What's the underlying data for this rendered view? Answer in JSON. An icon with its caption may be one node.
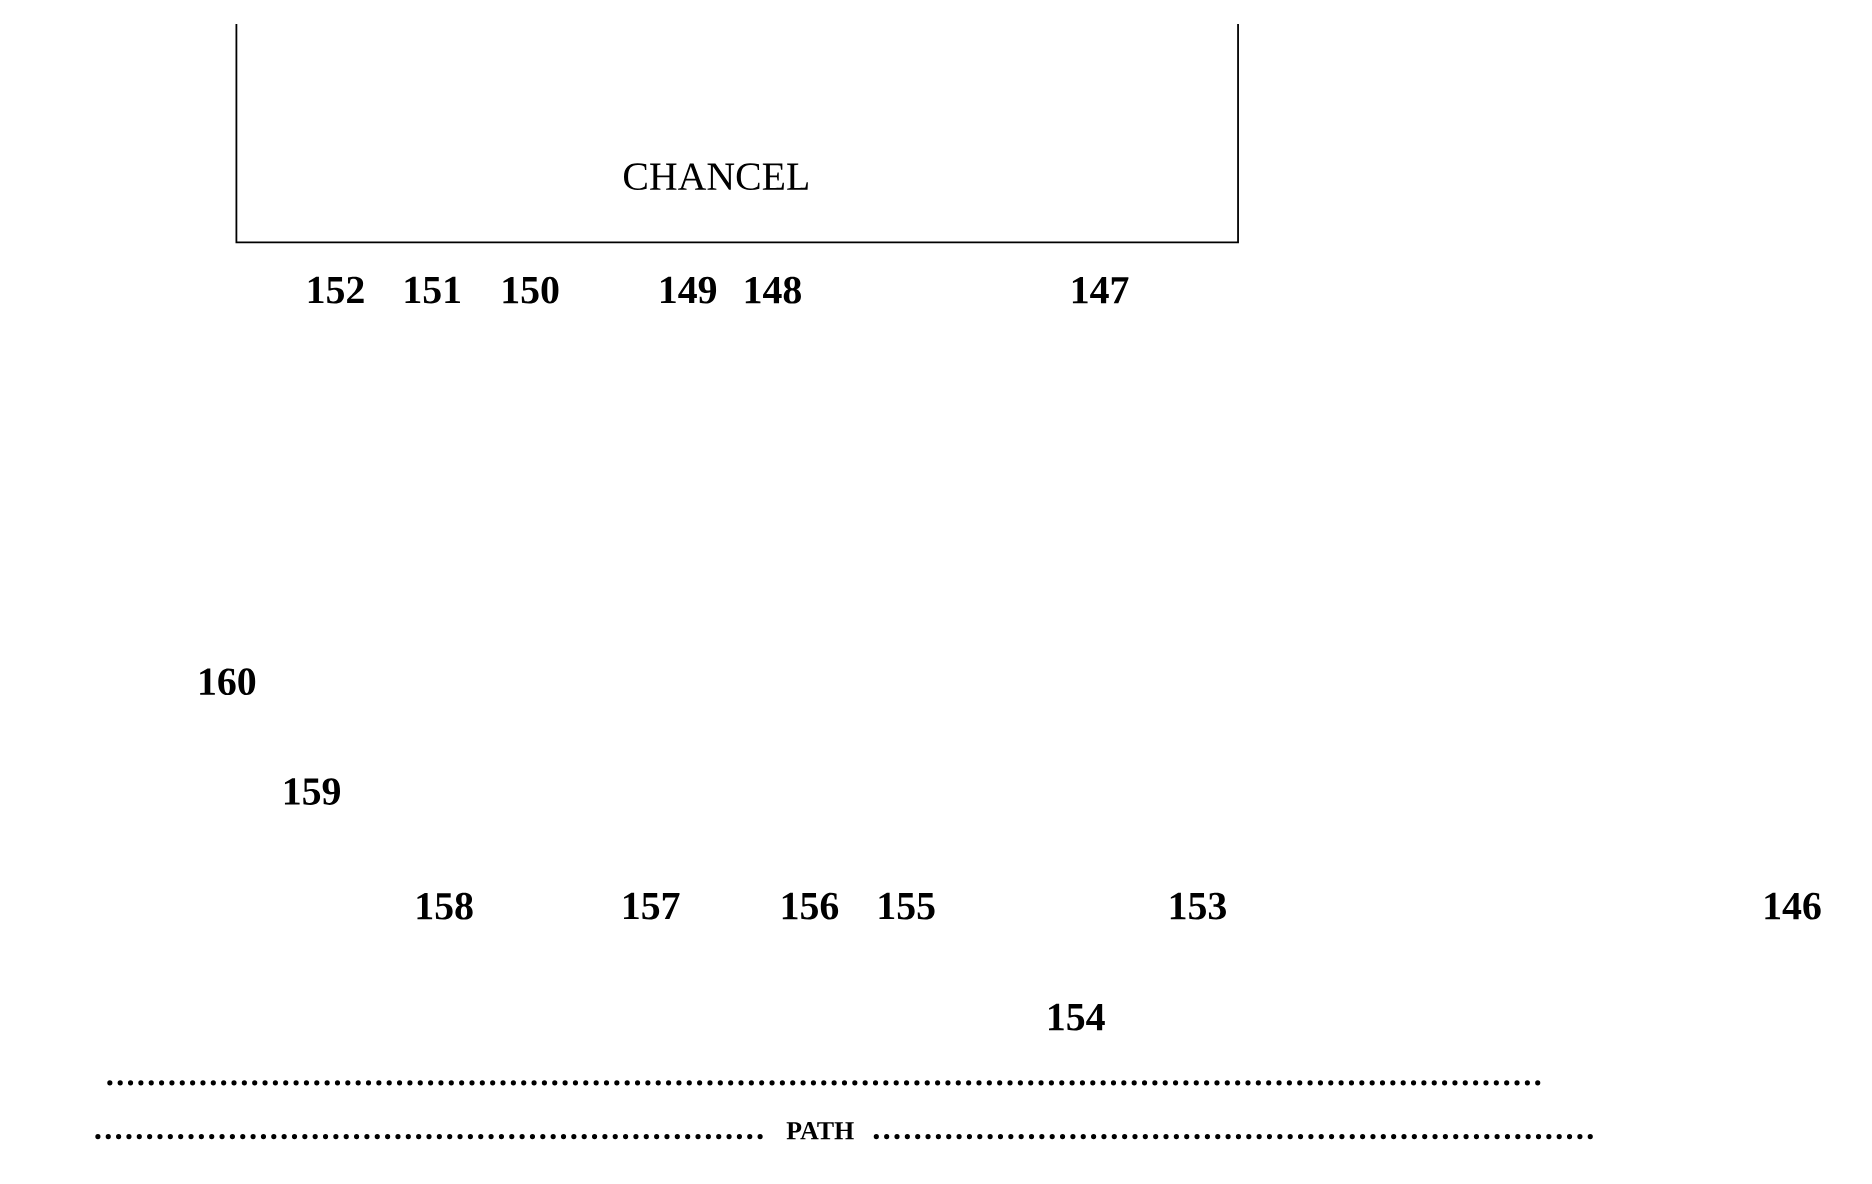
{
  "diagram": {
    "nodes": [
      {
        "text": [
          "CHANCEL"
        ]
      }
    ],
    "labels": [
      "152",
      "151",
      "150",
      "149",
      "148",
      "147",
      "160",
      "159",
      "158",
      "157",
      "156",
      "155",
      "153",
      "146",
      "154",
      "PATH"
    ]
  }
}
